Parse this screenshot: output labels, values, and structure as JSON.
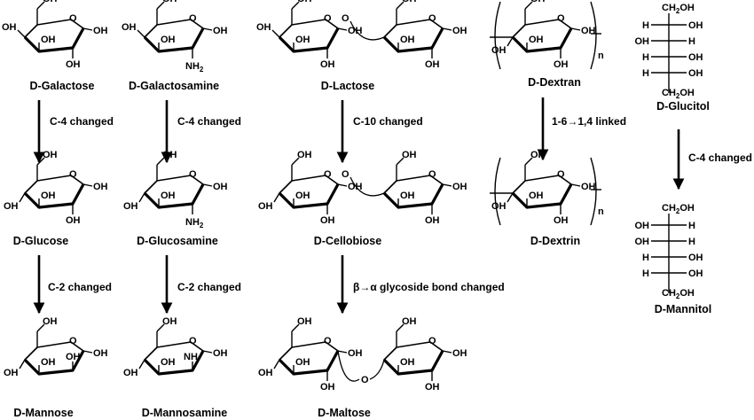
{
  "substituents": {
    "oh": "OH",
    "nh2": "NH",
    "nh2_sub": "2",
    "ring_o": "O",
    "h": "H",
    "ch2oh": "CH",
    "ch2oh_sub": "2",
    "ch2oh_tail": "OH",
    "n": "n"
  },
  "names": {
    "galactose": "D-Galactose",
    "galactosamine": "D-Galactosamine",
    "lactose": "D-Lactose",
    "dextran": "D-Dextran",
    "glucitol": "D-Glucitol",
    "glucose": "D-Glucose",
    "glucosamine": "D-Glucosamine",
    "cellobiose": "D-Cellobiose",
    "dextrin": "D-Dextrin",
    "mannitol": "D-Mannitol",
    "mannose": "D-Mannose",
    "mannosamine": "D-Mannosamine",
    "maltose": "D-Maltose"
  },
  "arrows": {
    "gal_to_glc": "C-4 changed",
    "galn_to_glcn": "C-4 changed",
    "lac_to_cel": "C-10 changed",
    "dextran_to_dextrin": "1-6→1,4 linked",
    "glucitol_to_mannitol": "C-4 changed",
    "glc_to_man": "C-2 changed",
    "glcn_to_mann": "C-2 changed",
    "cel_to_mal": "β→α glycoside bond changed"
  }
}
